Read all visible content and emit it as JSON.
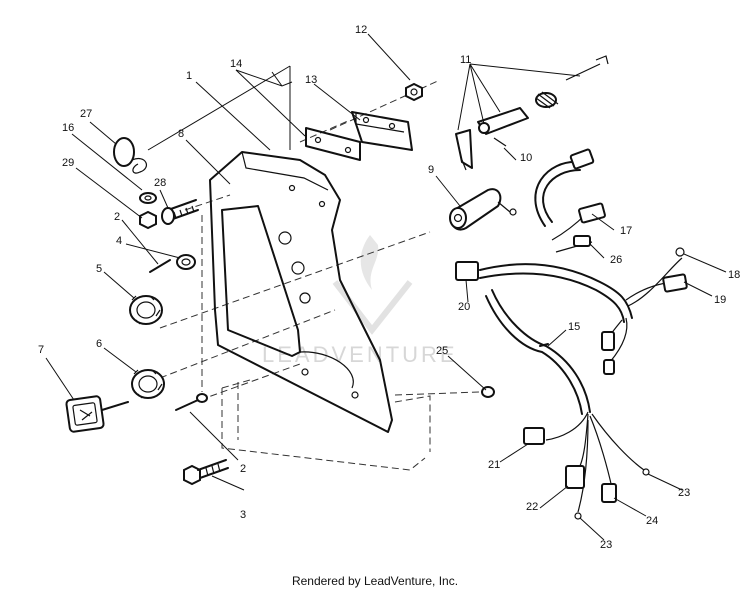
{
  "watermark": "LEADVENTURE",
  "footer": "Rendered by LeadVenture, Inc.",
  "callouts": {
    "c1": "1",
    "c2a": "2",
    "c2b": "2",
    "c3": "3",
    "c4": "4",
    "c5": "5",
    "c6": "6",
    "c7": "7",
    "c8": "8",
    "c9": "9",
    "c10": "10",
    "c11": "11",
    "c12": "12",
    "c13": "13",
    "c14": "14",
    "c15": "15",
    "c16": "16",
    "c17": "17",
    "c18": "18",
    "c19": "19",
    "c20": "20",
    "c21": "21",
    "c22": "22",
    "c23a": "23",
    "c23b": "23",
    "c24": "24",
    "c25": "25",
    "c26": "26",
    "c27": "27",
    "c28": "28",
    "c29": "29"
  }
}
